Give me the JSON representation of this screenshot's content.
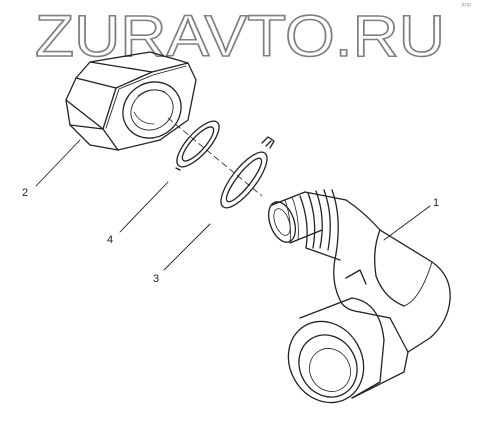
{
  "watermark": {
    "text": "ZURAVTO.RU"
  },
  "corner_mark": "дор",
  "callouts": [
    {
      "number": "1"
    },
    {
      "number": "2"
    },
    {
      "number": "3"
    },
    {
      "number": "4"
    }
  ],
  "colors": {
    "line": "#222222",
    "watermark_stroke": "#7f7f7f",
    "background": "#ffffff"
  }
}
